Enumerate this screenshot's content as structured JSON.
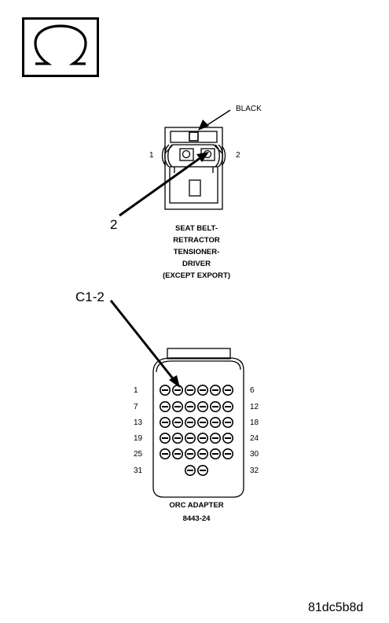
{
  "ohm_symbol": "Ω",
  "seat_belt_connector": {
    "color_label": "BLACK",
    "pin_left": "1",
    "pin_right": "2",
    "callout": "2",
    "caption_lines": [
      "SEAT BELT-",
      "RETRACTOR",
      "TENSIONER-",
      "DRIVER",
      "(EXCEPT EXPORT)"
    ]
  },
  "orc_adapter": {
    "callout": "C1-2",
    "rows_left": [
      "1",
      "7",
      "13",
      "19",
      "25",
      "31"
    ],
    "rows_right": [
      "6",
      "12",
      "18",
      "24",
      "30",
      "32"
    ],
    "caption_lines": [
      "ORC ADAPTER",
      "8443-24"
    ]
  },
  "figure_code": "81dc5b8d"
}
